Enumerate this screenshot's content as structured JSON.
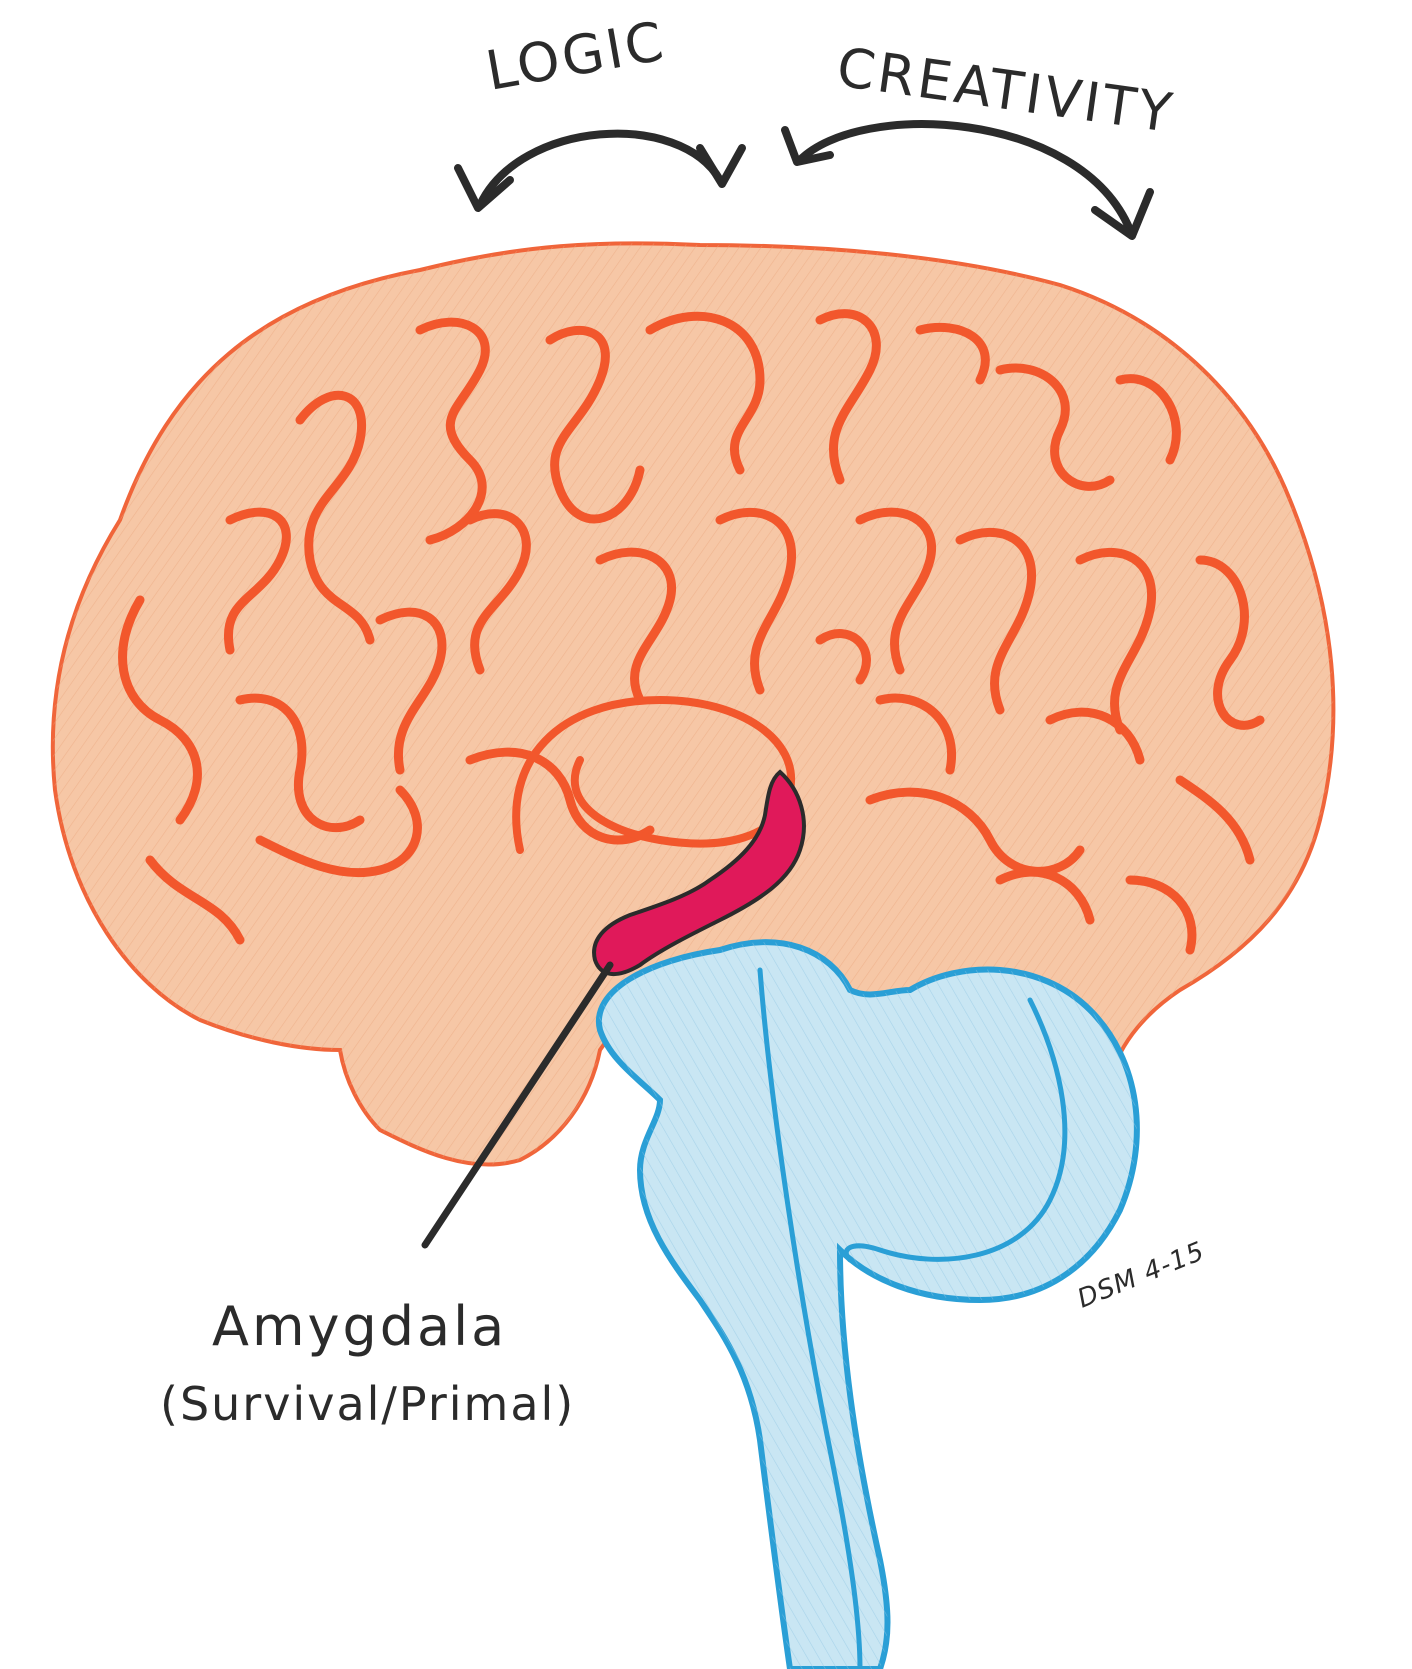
{
  "labels": {
    "logic": "LOGIC",
    "creativity": "CREATIVITY",
    "amygdala": "Amygdala",
    "amygdala_role": "(Survival/Primal)",
    "signature": "DSM 4-15"
  },
  "colors": {
    "cortex_fill": "#f6c7a6",
    "cortex_outline": "#f0653a",
    "gyri": "#f2572c",
    "amygdala": "#e0195a",
    "brainstem_fill": "#c9e6f3",
    "brainstem_outline": "#2a9fd6",
    "ink": "#2b2b2b"
  }
}
